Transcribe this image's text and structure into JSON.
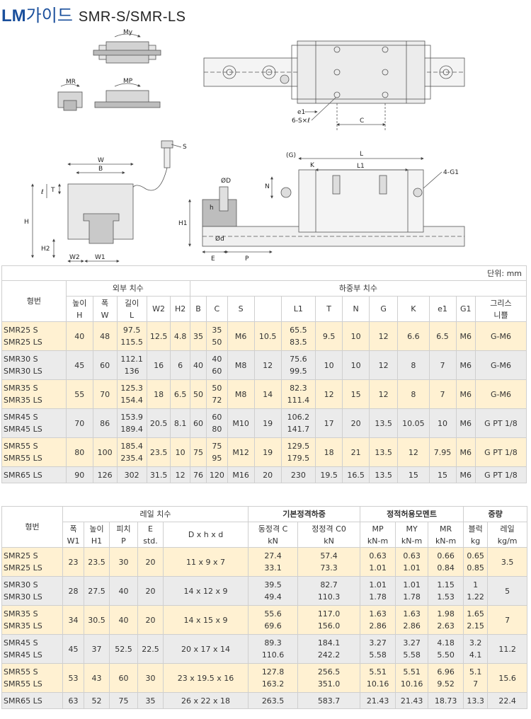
{
  "title": {
    "lm": "LM",
    "korean": "가이드",
    "model": "SMR-S/SMR-LS"
  },
  "drawing": {
    "labels": {
      "my": "My",
      "mr": "MR",
      "mp": "MP",
      "e1": "e1",
      "six_s": "6-S×ℓ",
      "c": "C",
      "s": "S",
      "w": "W",
      "b": "B",
      "t": "T",
      "l_small": "ℓ",
      "h": "H",
      "h2": "H2",
      "w2": "W2",
      "w1": "W1",
      "g_paren": "(G)",
      "l": "L",
      "k": "K",
      "l1": "L1",
      "four_g1": "4-G1",
      "n": "N",
      "od_top": "ØD",
      "h_small": "h",
      "h1": "H1",
      "od_bottom": "Ød",
      "e": "E",
      "p": "P"
    }
  },
  "table1": {
    "unit": "단위: mm",
    "headers": {
      "model": "형번",
      "outer_group": "외부 치수",
      "load_group": "하중부 치수",
      "height": [
        "높이",
        "H"
      ],
      "width": [
        "폭",
        "W"
      ],
      "length": [
        "길이",
        "L"
      ],
      "w2": "W2",
      "h2": "H2",
      "b": "B",
      "c": "C",
      "s": "S",
      "l1": "L1",
      "t": "T",
      "n": "N",
      "g": "G",
      "k": "K",
      "e1": "e1",
      "g1": "G1",
      "grease": [
        "그리스",
        "니쁠"
      ]
    },
    "rows": [
      [
        "SMR25 S|SMR25 LS",
        "40",
        "48",
        "97.5|115.5",
        "12.5",
        "4.8",
        "35",
        "35|50",
        "M6",
        "10.5",
        "65.5|83.5",
        "9.5",
        "10",
        "12",
        "6.6",
        "6.5",
        "M6",
        "G-M6"
      ],
      [
        "SMR30 S|SMR30 LS",
        "45",
        "60",
        "112.1|136",
        "16",
        "6",
        "40",
        "40|60",
        "M8",
        "12",
        "75.6|99.5",
        "10",
        "10",
        "12",
        "8",
        "7",
        "M6",
        "G-M6"
      ],
      [
        "SMR35 S|SMR35 LS",
        "55",
        "70",
        "125.3|154.4",
        "18",
        "6.5",
        "50",
        "50|72",
        "M8",
        "14",
        "82.3|111.4",
        "12",
        "15",
        "12",
        "8",
        "7",
        "M6",
        "G-M6"
      ],
      [
        "SMR45 S|SMR45 LS",
        "70",
        "86",
        "153.9|189.4",
        "20.5",
        "8.1",
        "60",
        "60|80",
        "M10",
        "19",
        "106.2|141.7",
        "17",
        "20",
        "13.5",
        "10.05",
        "10",
        "M6",
        "G PT 1/8"
      ],
      [
        "SMR55 S|SMR55 LS",
        "80",
        "100",
        "185.4|235.4",
        "23.5",
        "10",
        "75",
        "75|95",
        "M12",
        "19",
        "129.5|179.5",
        "18",
        "21",
        "13.5",
        "12",
        "7.95",
        "M6",
        "G PT 1/8"
      ],
      [
        "SMR65 LS",
        "90",
        "126",
        "302",
        "31.5",
        "12",
        "76",
        "120",
        "M16",
        "20",
        "230",
        "19.5",
        "16.5",
        "13.5",
        "15",
        "15",
        "M6",
        "G PT 1/8"
      ]
    ]
  },
  "table2": {
    "headers": {
      "model": "형번",
      "rail_group": "레일 치수",
      "load_group": "기본정격하중",
      "moment_group": "정적허용모멘트",
      "weight_group": "중량",
      "w1": [
        "폭",
        "W1"
      ],
      "h1": [
        "높이",
        "H1"
      ],
      "pitch": [
        "피치",
        "P"
      ],
      "e": [
        "E",
        "std."
      ],
      "dhd": "D x h x d",
      "dyn": [
        "동정격 C",
        "kN"
      ],
      "stat": [
        "정정격 C0",
        "kN"
      ],
      "mp": [
        "MP",
        "kN-m"
      ],
      "my": [
        "MY",
        "kN-m"
      ],
      "mr": [
        "MR",
        "kN-m"
      ],
      "block": [
        "블럭",
        "kg"
      ],
      "rail": [
        "레일",
        "kg/m"
      ]
    },
    "rows": [
      [
        "SMR25 S|SMR25 LS",
        "23",
        "23.5",
        "30",
        "20",
        "11 x 9 x 7",
        "27.4|33.1",
        "57.4|73.3",
        "0.63|1.01",
        "0.63|1.01",
        "0.66|0.84",
        "0.65|0.85",
        "3.5"
      ],
      [
        "SMR30 S|SMR30 LS",
        "28",
        "27.5",
        "40",
        "20",
        "14 x 12 x 9",
        "39.5|49.4",
        "82.7|110.3",
        "1.01|1.78",
        "1.01|1.78",
        "1.15|1.53",
        "1|1.22",
        "5"
      ],
      [
        "SMR35 S|SMR35 LS",
        "34",
        "30.5",
        "40",
        "20",
        "14 x 15 x 9",
        "55.6|69.6",
        "117.0|156.0",
        "1.63|2.86",
        "1.63|2.86",
        "1.98|2.63",
        "1.65|2.15",
        "7"
      ],
      [
        "SMR45 S|SMR45 LS",
        "45",
        "37",
        "52.5",
        "22.5",
        "20 x 17 x 14",
        "89.3|110.6",
        "184.1|242.2",
        "3.27|5.58",
        "3.27|5.58",
        "4.18|5.50",
        "3.2|4.1",
        "11.2"
      ],
      [
        "SMR55 S|SMR55 LS",
        "53",
        "43",
        "60",
        "30",
        "23 x 19.5 x 16",
        "127.8|163.2",
        "256.5|351.0",
        "5.51|10.16",
        "5.51|10.16",
        "6.96|9.52",
        "5.1|7",
        "15.6"
      ],
      [
        "SMR65 LS",
        "63",
        "52",
        "75",
        "35",
        "26 x 22 x 18",
        "263.5",
        "583.7",
        "21.43",
        "21.43",
        "18.73",
        "13.3",
        "22.4"
      ]
    ]
  },
  "colors": {
    "title_blue": "#1a4f9c",
    "row_odd": "#fff1d2",
    "row_even": "#ebebeb",
    "border_orange": "#e08a24"
  }
}
